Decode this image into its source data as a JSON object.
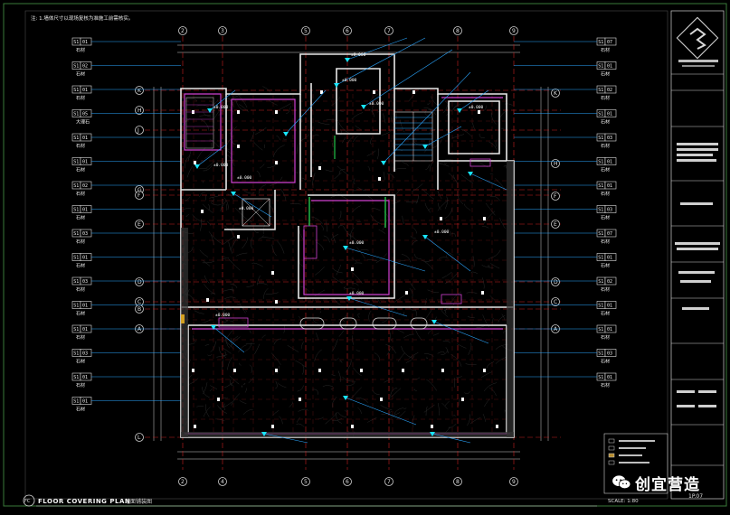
{
  "note": "注: 1.墙体尺寸以现场复核为准施工前需核实。",
  "title": {
    "badge": "FC",
    "main": "FLOOR COVERING PLAN",
    "sub": "地面铺装图",
    "scale": "SCALE: 1:80",
    "sheet": "1P.07"
  },
  "grid_top": [
    "2",
    "3",
    "5",
    "6",
    "7",
    "8",
    "9"
  ],
  "grid_bottom": [
    "2",
    "4",
    "5",
    "6",
    "7",
    "8",
    "9"
  ],
  "grid_left": [
    "K",
    "H",
    "J",
    "G",
    "F",
    "E",
    "D",
    "C",
    "B",
    "A",
    "L"
  ],
  "grid_right": [
    "K",
    "H",
    "F",
    "E",
    "D",
    "C",
    "A"
  ],
  "tags_left": [
    {
      "code": "S1",
      "num": "01",
      "label": "石材"
    },
    {
      "code": "S1",
      "num": "02",
      "label": "石材"
    },
    {
      "code": "S1",
      "num": "01",
      "label": "石材"
    },
    {
      "code": "S1",
      "num": "05",
      "label": "大理石"
    },
    {
      "code": "S1",
      "num": "01",
      "label": "石材"
    },
    {
      "code": "S1",
      "num": "01",
      "label": "石材"
    },
    {
      "code": "S1",
      "num": "02",
      "label": "石材"
    },
    {
      "code": "S1",
      "num": "01",
      "label": "石材"
    },
    {
      "code": "S1",
      "num": "03",
      "label": "石材"
    },
    {
      "code": "S1",
      "num": "01",
      "label": "石材"
    },
    {
      "code": "S1",
      "num": "03",
      "label": "石材"
    },
    {
      "code": "S1",
      "num": "01",
      "label": "石材"
    },
    {
      "code": "S1",
      "num": "01",
      "label": "石材"
    },
    {
      "code": "S1",
      "num": "03",
      "label": "石材"
    },
    {
      "code": "S1",
      "num": "01",
      "label": "石材"
    },
    {
      "code": "S1",
      "num": "01",
      "label": "石材"
    }
  ],
  "tags_right": [
    {
      "code": "S1",
      "num": "07",
      "label": "石材"
    },
    {
      "code": "S1",
      "num": "01",
      "label": "石材"
    },
    {
      "code": "S1",
      "num": "02",
      "label": "石材"
    },
    {
      "code": "S1",
      "num": "01",
      "label": "石材"
    },
    {
      "code": "S1",
      "num": "03",
      "label": "石材"
    },
    {
      "code": "S1",
      "num": "01",
      "label": "石材"
    },
    {
      "code": "S1",
      "num": "01",
      "label": "石材"
    },
    {
      "code": "S1",
      "num": "03",
      "label": "石材"
    },
    {
      "code": "S1",
      "num": "07",
      "label": "石材"
    },
    {
      "code": "S1",
      "num": "01",
      "label": "石材"
    },
    {
      "code": "S1",
      "num": "02",
      "label": "石材"
    },
    {
      "code": "S1",
      "num": "01",
      "label": "石材"
    },
    {
      "code": "S1",
      "num": "01",
      "label": "石材"
    },
    {
      "code": "S1",
      "num": "03",
      "label": "石材"
    },
    {
      "code": "S1",
      "num": "01",
      "label": "石材"
    }
  ],
  "elevations": [
    "±0.000",
    "±0.000",
    "±0.000",
    "±0.000",
    "±0.000",
    "±0.000",
    "±0.000",
    "±0.000",
    "±0.000",
    "±0.000",
    "±0.000",
    "±0.000"
  ],
  "watermark": {
    "text": "创宜营造",
    "icon": "wechat-icon"
  },
  "colors": {
    "background": "#000000",
    "wall": "#e8e8e8",
    "accent_cyan": "#18e6ff",
    "leader_blue": "#2aa6ff",
    "grid_red": "#c81e1e",
    "partition_magenta": "#d040d0",
    "frame_green": "#3a7a3a"
  }
}
